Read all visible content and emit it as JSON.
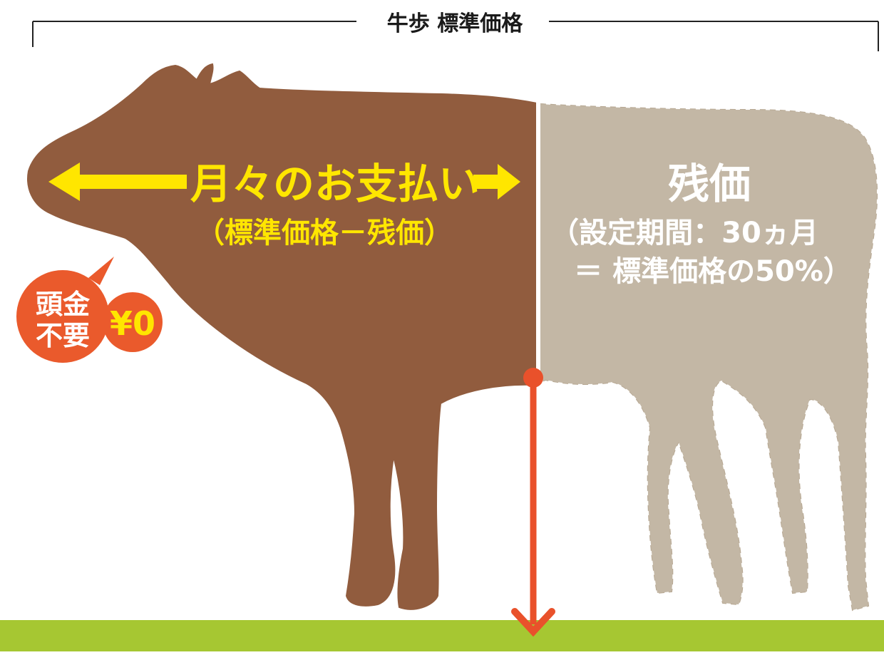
{
  "header": {
    "title": "牛歩 標準価格"
  },
  "monthly": {
    "label": "月々のお支払い",
    "sub": "（標準価格－残価）"
  },
  "residual": {
    "label": "残価",
    "line1": "（設定期間：30ヵ月",
    "line2": "＝ 標準価格の50%）"
  },
  "badge": {
    "line1": "頭金",
    "line2": "不要",
    "amount": "¥0"
  },
  "colors": {
    "monthly_fill": "#915c3e",
    "residual_fill": "#c3b7a5",
    "accent_yellow": "#ffe600",
    "badge_orange": "#ea5a2c",
    "divider_red": "#e9512b",
    "ground_green": "#a6c732",
    "frame_line": "#222222"
  }
}
